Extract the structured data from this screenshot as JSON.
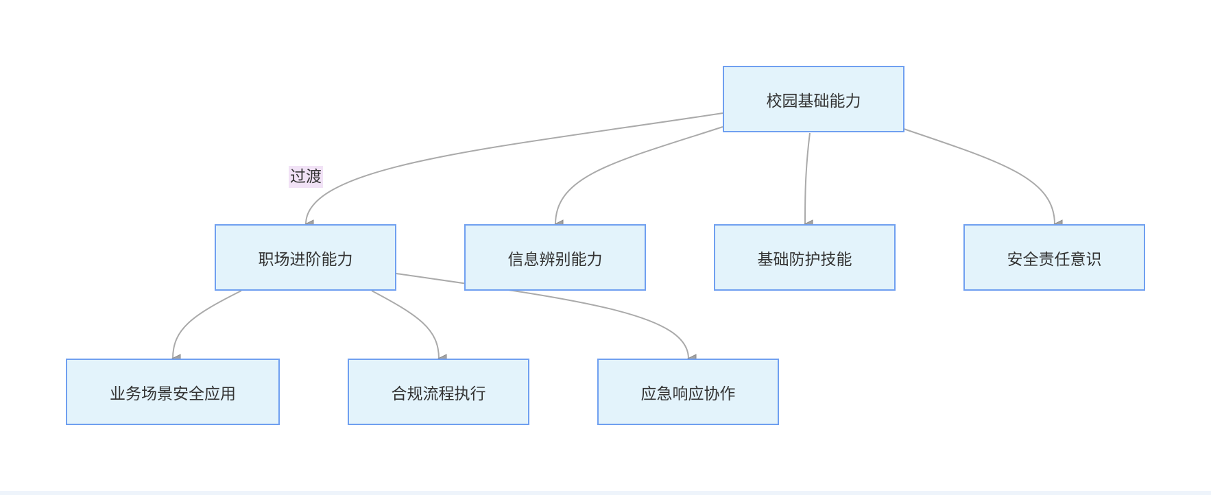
{
  "diagram": {
    "nodes": {
      "campus_basic": "校园基础能力",
      "workplace_advanced": "职场进阶能力",
      "info_discrimination": "信息辨别能力",
      "basic_protection": "基础防护技能",
      "safety_responsibility": "安全责任意识",
      "business_scenario": "业务场景安全应用",
      "compliance_process": "合规流程执行",
      "emergency_response": "应急响应协作"
    },
    "edges": [
      {
        "from": "campus_basic",
        "to": "workplace_advanced",
        "label": "过渡"
      },
      {
        "from": "campus_basic",
        "to": "info_discrimination",
        "label": ""
      },
      {
        "from": "campus_basic",
        "to": "basic_protection",
        "label": ""
      },
      {
        "from": "campus_basic",
        "to": "safety_responsibility",
        "label": ""
      },
      {
        "from": "workplace_advanced",
        "to": "business_scenario",
        "label": ""
      },
      {
        "from": "workplace_advanced",
        "to": "compliance_process",
        "label": ""
      },
      {
        "from": "workplace_advanced",
        "to": "emergency_response",
        "label": ""
      }
    ],
    "colors": {
      "node_fill": "#e3f3fb",
      "node_border": "#6f9ff0",
      "edge": "#aaaaaa",
      "label_bg": "#f1e2f6"
    }
  }
}
